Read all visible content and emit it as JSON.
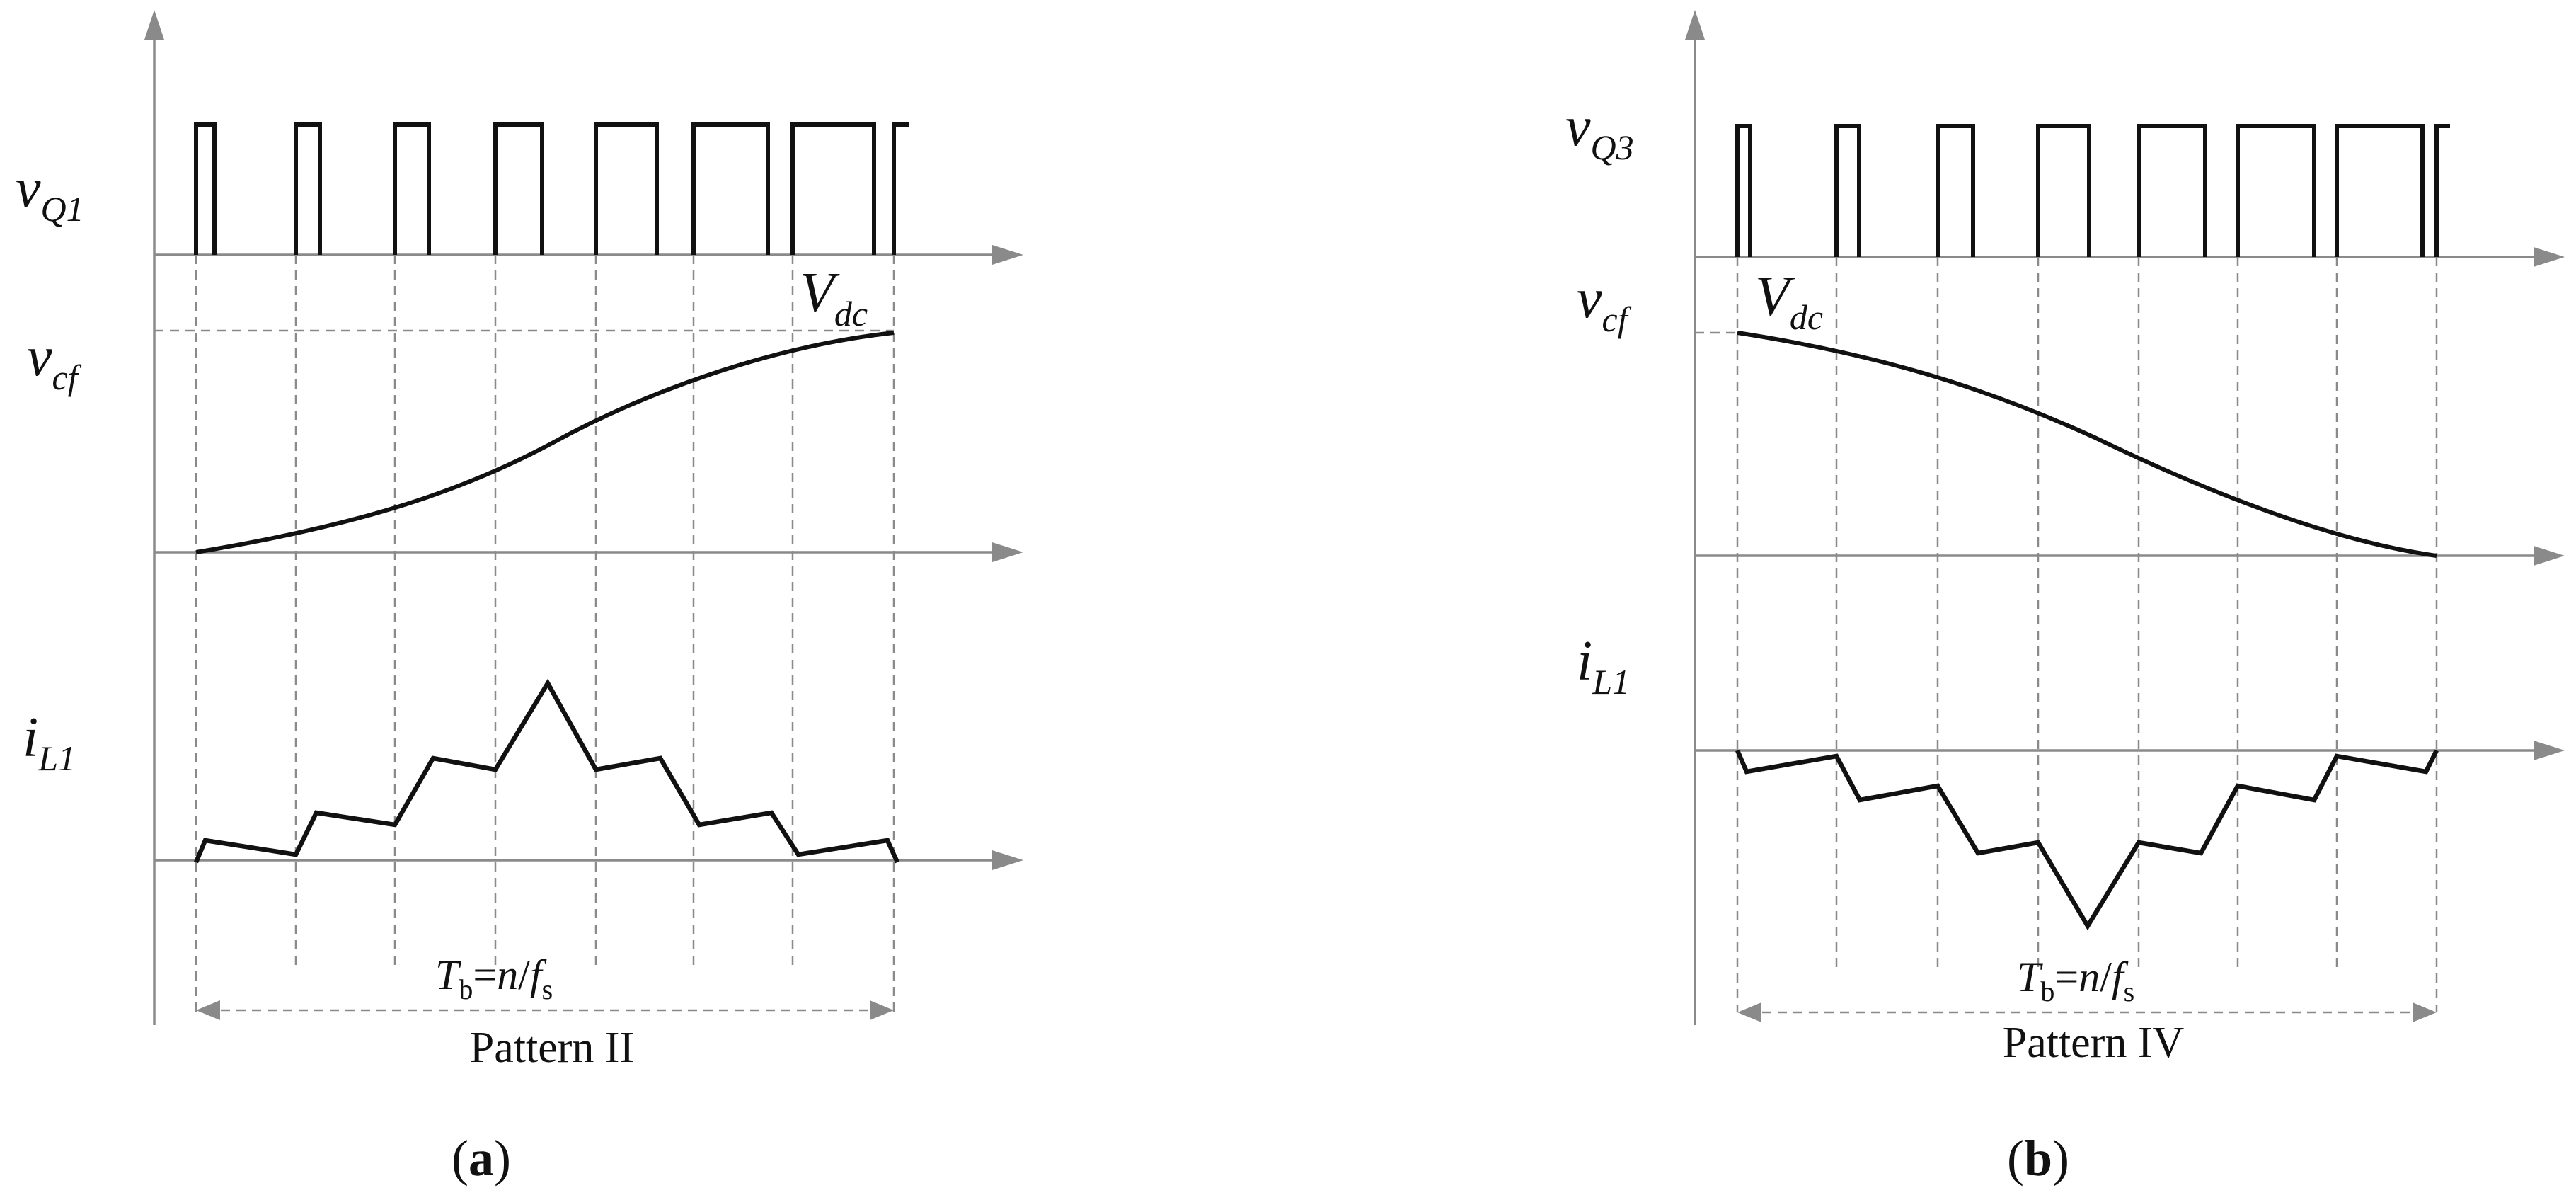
{
  "panels": [
    {
      "id": "a",
      "label_open": "(",
      "label_letter": "a",
      "label_close": ")",
      "switch_signal": {
        "main": "v",
        "sub": "Q1"
      },
      "cap_voltage": {
        "main": "v",
        "sub": "cf"
      },
      "inductor_current": {
        "main": "i",
        "sub": "L1"
      },
      "dc_level": {
        "main": "V",
        "sub": "dc"
      },
      "period": {
        "t": "T",
        "t_sub": "b",
        "eq": "=",
        "n": "n",
        "slash": "/",
        "f": "f",
        "f_sub": "s"
      },
      "pattern": "Pattern II",
      "duty_cycles": [
        0.18,
        0.25,
        0.33,
        0.46,
        0.62,
        0.75,
        0.82
      ],
      "cap_trend": "rising",
      "current_shape": "positive peak"
    },
    {
      "id": "b",
      "label_open": "(",
      "label_letter": "b",
      "label_close": ")",
      "switch_signal": {
        "main": "v",
        "sub": "Q3"
      },
      "cap_voltage": {
        "main": "v",
        "sub": "cf"
      },
      "inductor_current": {
        "main": "i",
        "sub": "L1"
      },
      "dc_level": {
        "main": "V",
        "sub": "dc"
      },
      "period": {
        "t": "T",
        "t_sub": "b",
        "eq": "=",
        "n": "n",
        "slash": "/",
        "f": "f",
        "f_sub": "s"
      },
      "pattern": "Pattern IV",
      "duty_cycles": [
        0.15,
        0.25,
        0.38,
        0.53,
        0.68,
        0.78,
        0.88
      ],
      "cap_trend": "falling",
      "current_shape": "negative peak"
    }
  ],
  "colors": {
    "axis": "#8a8a8a",
    "trace": "#111111",
    "background": "#ffffff"
  }
}
